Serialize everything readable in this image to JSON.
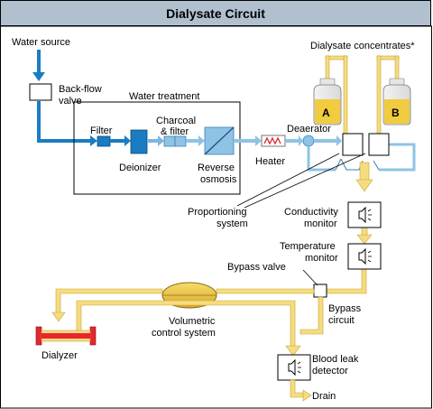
{
  "title": "Dialysate Circuit",
  "labels": {
    "water_source": "Water source",
    "backflow_1": "Back-flow",
    "backflow_2": "valve",
    "water_treatment": "Water treatment",
    "filter": "Filter",
    "deionizer": "Deionizer",
    "charcoal_1": "Charcoal",
    "charcoal_2": "& filter",
    "ro_1": "Reverse",
    "ro_2": "osmosis",
    "heater": "Heater",
    "deaerator": "Deaerator",
    "concentrates": "Dialysate concentrates*",
    "bottle_a": "A",
    "bottle_b": "B",
    "proportioning_1": "Proportioning",
    "proportioning_2": "system",
    "conductivity_1": "Conductivity",
    "conductivity_2": "monitor",
    "temperature_1": "Temperature",
    "temperature_2": "monitor",
    "bypass_valve": "Bypass valve",
    "bypass_circuit_1": "Bypass",
    "bypass_circuit_2": "circuit",
    "volumetric_1": "Volumetric",
    "volumetric_2": "control system",
    "dialyzer": "Dialyzer",
    "blood_leak_1": "Blood leak",
    "blood_leak_2": "detector",
    "drain": "Drain"
  },
  "colors": {
    "water_blue": "#1a7cc1",
    "treated_blue": "#8fc3e5",
    "dialysate_yellow": "#f5dc7c",
    "yellow_outline": "#c8a23c",
    "header_bg": "#b0c0cf",
    "dialyzer_red": "#e8262e"
  }
}
